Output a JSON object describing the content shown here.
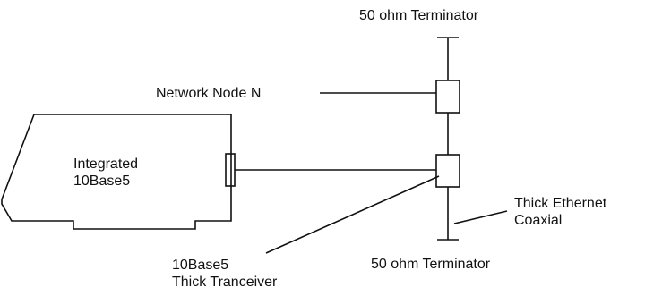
{
  "labels": {
    "top_terminator": "50 ohm Terminator",
    "network_node": "Network Node N",
    "integrated_line1": "Integrated",
    "integrated_line2": "10Base5",
    "thick_ethernet_line1": "Thick Ethernet",
    "thick_ethernet_line2": "Coaxial",
    "bottom_terminator": "50 ohm Terminator",
    "transceiver_line1": "10Base5",
    "transceiver_line2": "Thick Tranceiver"
  },
  "colors": {
    "stroke": "#111111",
    "background": "#ffffff"
  }
}
